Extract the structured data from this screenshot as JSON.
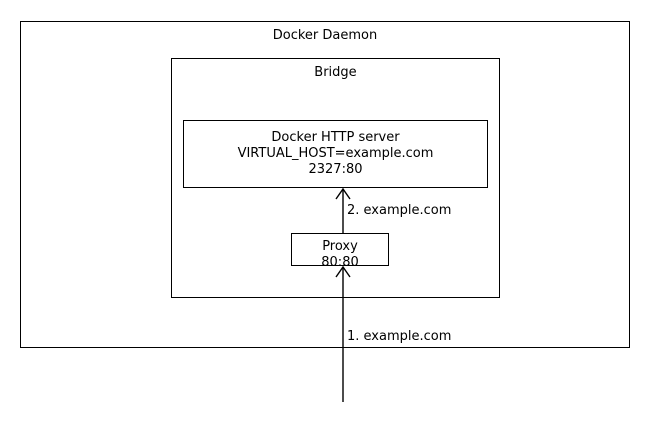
{
  "diagram": {
    "title": "Docker Daemon",
    "background_color": "#ffffff",
    "stroke_color": "#000000",
    "text_color": "#000000",
    "containers": {
      "daemon": {
        "label": "Docker Daemon"
      },
      "bridge": {
        "label": "Bridge"
      }
    },
    "nodes": {
      "http_server": {
        "lines": [
          "Docker HTTP server",
          "VIRTUAL_HOST=example.com",
          "2327:80"
        ],
        "name": "Docker HTTP server",
        "env": "VIRTUAL_HOST=example.com",
        "ports": "2327:80"
      },
      "proxy": {
        "lines": [
          "Proxy",
          "80:80"
        ],
        "name": "Proxy",
        "ports": "80:80"
      }
    },
    "flows": [
      {
        "id": "step-1",
        "label": "1. example.com",
        "from": "external-client",
        "to": "Proxy"
      },
      {
        "id": "step-2",
        "label": "2. example.com",
        "from": "Proxy",
        "to": "Docker HTTP server"
      }
    ]
  }
}
